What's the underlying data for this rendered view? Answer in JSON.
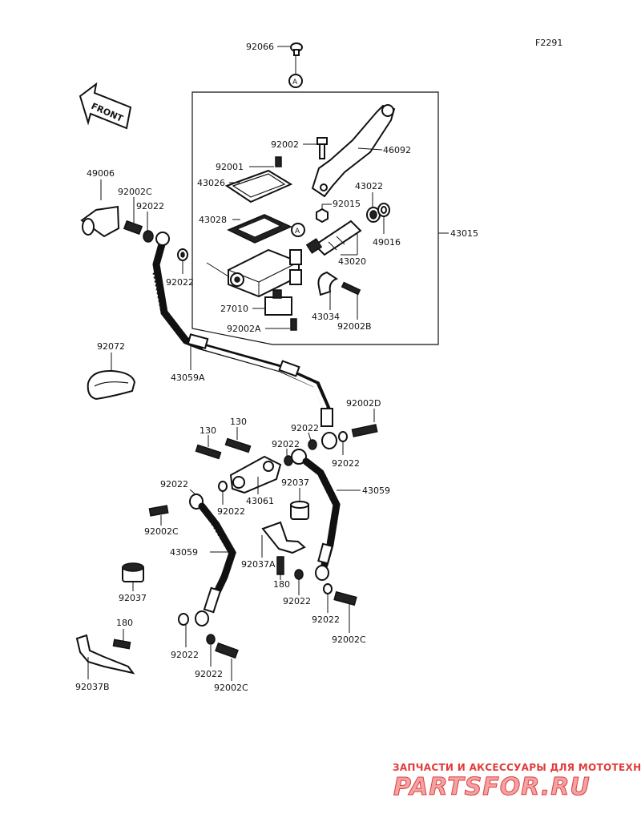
{
  "diagram": {
    "code": "F2291",
    "front_label": "FRONT",
    "assembly_marker": "A",
    "labels": [
      {
        "id": "l-92066",
        "text": "92066"
      },
      {
        "id": "l-92002-top",
        "text": "92002"
      },
      {
        "id": "l-46092",
        "text": "46092"
      },
      {
        "id": "l-92001",
        "text": "92001"
      },
      {
        "id": "l-43026",
        "text": "43026"
      },
      {
        "id": "l-43022",
        "text": "43022"
      },
      {
        "id": "l-92015",
        "text": "92015"
      },
      {
        "id": "l-49006",
        "text": "49006"
      },
      {
        "id": "l-92002c-top",
        "text": "92002C"
      },
      {
        "id": "l-92022-top",
        "text": "92022"
      },
      {
        "id": "l-43028",
        "text": "43028"
      },
      {
        "id": "l-49016",
        "text": "49016"
      },
      {
        "id": "l-43015",
        "text": "43015"
      },
      {
        "id": "l-43020",
        "text": "43020"
      },
      {
        "id": "l-92022-left",
        "text": "92022"
      },
      {
        "id": "l-27010",
        "text": "27010"
      },
      {
        "id": "l-43034",
        "text": "43034"
      },
      {
        "id": "l-92002b",
        "text": "92002B"
      },
      {
        "id": "l-92002a",
        "text": "92002A"
      },
      {
        "id": "l-92072",
        "text": "92072"
      },
      {
        "id": "l-43059a",
        "text": "43059A"
      },
      {
        "id": "l-92002d",
        "text": "92002D"
      },
      {
        "id": "l-130a",
        "text": "130"
      },
      {
        "id": "l-130b",
        "text": "130"
      },
      {
        "id": "l-92022-c1",
        "text": "92022"
      },
      {
        "id": "l-92022-c2",
        "text": "92022"
      },
      {
        "id": "l-92022-c3",
        "text": "92022"
      },
      {
        "id": "l-92037-mid",
        "text": "92037"
      },
      {
        "id": "l-43059-right",
        "text": "43059"
      },
      {
        "id": "l-92022-l1",
        "text": "92022"
      },
      {
        "id": "l-92022-l2",
        "text": "92022"
      },
      {
        "id": "l-43061",
        "text": "43061"
      },
      {
        "id": "l-92002c-l",
        "text": "92002C"
      },
      {
        "id": "l-43059-left",
        "text": "43059"
      },
      {
        "id": "l-92037a",
        "text": "92037A"
      },
      {
        "id": "l-180-mid",
        "text": "180"
      },
      {
        "id": "l-92022-r1",
        "text": "92022"
      },
      {
        "id": "l-92022-r2",
        "text": "92022"
      },
      {
        "id": "l-92002c-r",
        "text": "92002C"
      },
      {
        "id": "l-92037-low",
        "text": "92037"
      },
      {
        "id": "l-180-low",
        "text": "180"
      },
      {
        "id": "l-92037b",
        "text": "92037B"
      },
      {
        "id": "l-92022-b1",
        "text": "92022"
      },
      {
        "id": "l-92022-b2",
        "text": "92022"
      },
      {
        "id": "l-92002c-b",
        "text": "92002C"
      }
    ]
  },
  "watermark": {
    "tagline": "ЗАПЧАСТИ И АКСЕССУАРЫ ДЛЯ МОТОТЕХНИКИ",
    "brand": "PARTSFOR.RU",
    "color": "#e23b3b"
  }
}
